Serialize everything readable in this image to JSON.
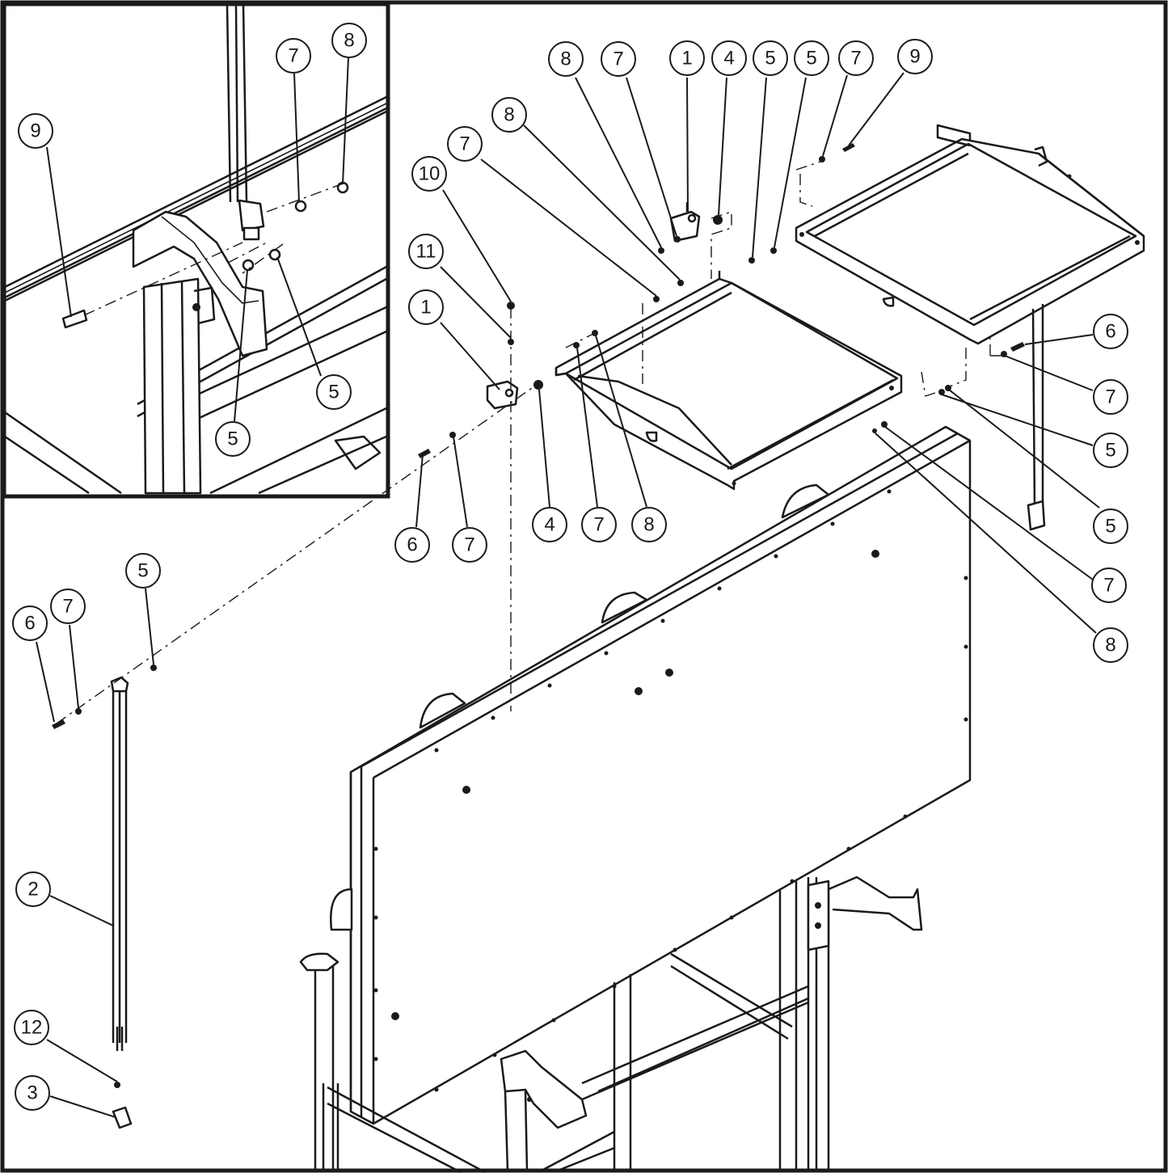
{
  "balloons": [
    {
      "id": "b-1",
      "label": "9"
    },
    {
      "id": "b-2",
      "label": "7"
    },
    {
      "id": "b-3",
      "label": "8"
    },
    {
      "id": "b-4",
      "label": "5"
    },
    {
      "id": "b-5",
      "label": "5"
    },
    {
      "id": "b-6",
      "label": "8"
    },
    {
      "id": "b-7",
      "label": "7"
    },
    {
      "id": "b-8",
      "label": "1"
    },
    {
      "id": "b-9",
      "label": "4"
    },
    {
      "id": "b-10",
      "label": "5"
    },
    {
      "id": "b-11",
      "label": "5"
    },
    {
      "id": "b-12",
      "label": "7"
    },
    {
      "id": "b-13",
      "label": "9"
    },
    {
      "id": "b-14",
      "label": "8"
    },
    {
      "id": "b-15",
      "label": "7"
    },
    {
      "id": "b-16",
      "label": "10"
    },
    {
      "id": "b-17",
      "label": "11"
    },
    {
      "id": "b-18",
      "label": "1"
    },
    {
      "id": "b-19",
      "label": "6"
    },
    {
      "id": "b-20",
      "label": "7"
    },
    {
      "id": "b-21",
      "label": "5"
    },
    {
      "id": "b-22",
      "label": "5"
    },
    {
      "id": "b-23",
      "label": "7"
    },
    {
      "id": "b-24",
      "label": "8"
    },
    {
      "id": "b-25",
      "label": "4"
    },
    {
      "id": "b-26",
      "label": "7"
    },
    {
      "id": "b-27",
      "label": "8"
    },
    {
      "id": "b-28",
      "label": "6"
    },
    {
      "id": "b-29",
      "label": "7"
    },
    {
      "id": "b-30",
      "label": "5"
    },
    {
      "id": "b-31",
      "label": "6"
    },
    {
      "id": "b-32",
      "label": "7"
    },
    {
      "id": "b-33",
      "label": "2"
    },
    {
      "id": "b-34",
      "label": "12"
    },
    {
      "id": "b-35",
      "label": "3"
    }
  ]
}
